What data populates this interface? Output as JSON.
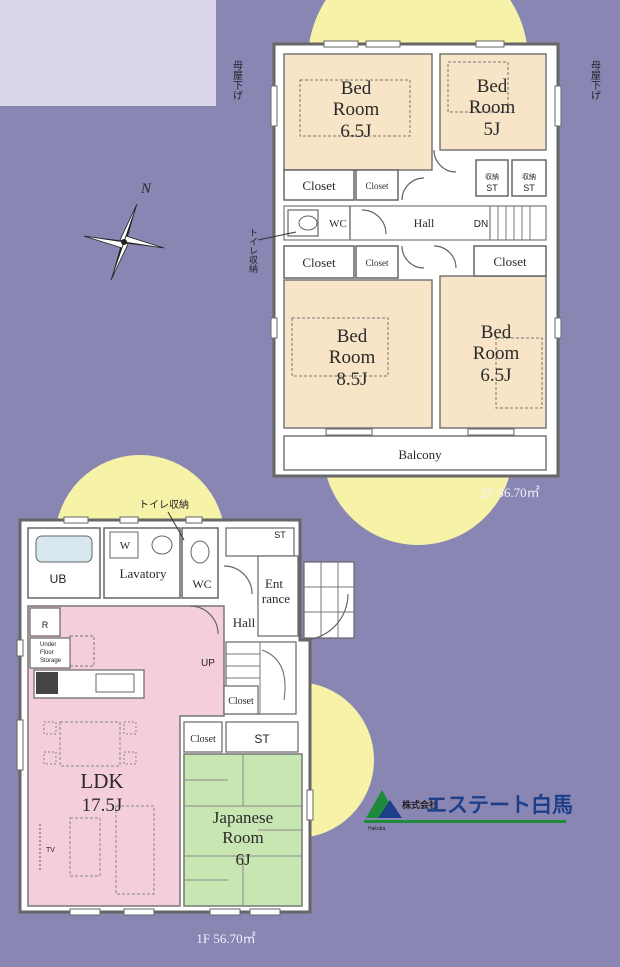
{
  "floor2": {
    "area_label": "2F 56.70㎡",
    "rooms": {
      "bed_nw": {
        "l1": "Bed",
        "l2": "Room",
        "l3": "6.5J"
      },
      "bed_ne": {
        "l1": "Bed",
        "l2": "Room",
        "l3": "5J"
      },
      "bed_sw": {
        "l1": "Bed",
        "l2": "Room",
        "l3": "8.5J"
      },
      "bed_se": {
        "l1": "Bed",
        "l2": "Room",
        "l3": "6.5J"
      }
    },
    "closet": "Closet",
    "closet_small": "Closet",
    "wc": "WC",
    "hall": "Hall",
    "dn": "DN",
    "balcony": "Balcony",
    "st": "ST",
    "shelf_jp": "収納",
    "toilet_storage_vertical": "トイレ収納",
    "eaves_left": "母屋下げ",
    "eaves_right": "母屋下げ"
  },
  "floor1": {
    "area_label": "1F 56.70㎡",
    "ub": "UB",
    "w": "W",
    "lavatory": "Lavatory",
    "wc": "WC",
    "toilet_storage": "トイレ収納",
    "st": "ST",
    "entrance_l1": "Ent",
    "entrance_l2": "rance",
    "hall": "Hall",
    "r": "R",
    "under_floor_l1": "Under",
    "under_floor_l2": "Floor",
    "under_floor_l3": "Storage",
    "up": "UP",
    "closet": "Closet",
    "ldk_l1": "LDK",
    "ldk_l2": "17.5J",
    "japanese_l1": "Japanese",
    "japanese_l2": "Room",
    "japanese_l3": "6J",
    "tv": "TV"
  },
  "compass": {
    "label": "N"
  },
  "logo": {
    "prefix": "株式会社",
    "name": "エステート白馬",
    "tiny": "Hakuba"
  },
  "colors": {
    "background": "#8a86b4",
    "sun": "#f6f3a8",
    "bedroom": "#f8e4c6",
    "ldk": "#f5cedb",
    "japanese": "#c8e6b2",
    "wall": "#6c6c6c",
    "logo_green": "#1f8a3a",
    "logo_blue": "#1d3f8a"
  }
}
